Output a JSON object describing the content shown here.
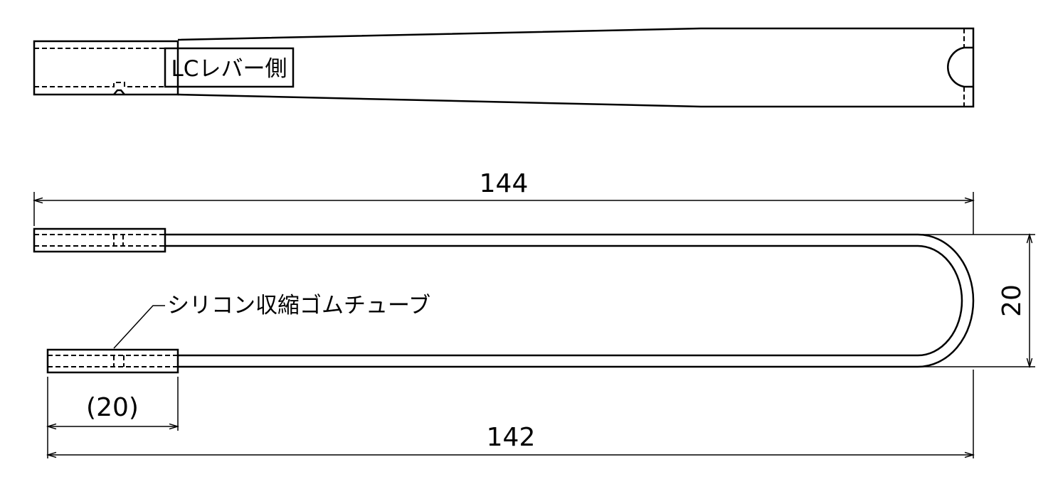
{
  "top_view": {
    "side_label": "LCレバー側"
  },
  "dimensions": {
    "overall_length": "144",
    "wire_length": "142",
    "loop_width": "20",
    "tube_length": "(20)"
  },
  "callouts": {
    "tube_label": "シリコン収縮ゴムチューブ"
  }
}
